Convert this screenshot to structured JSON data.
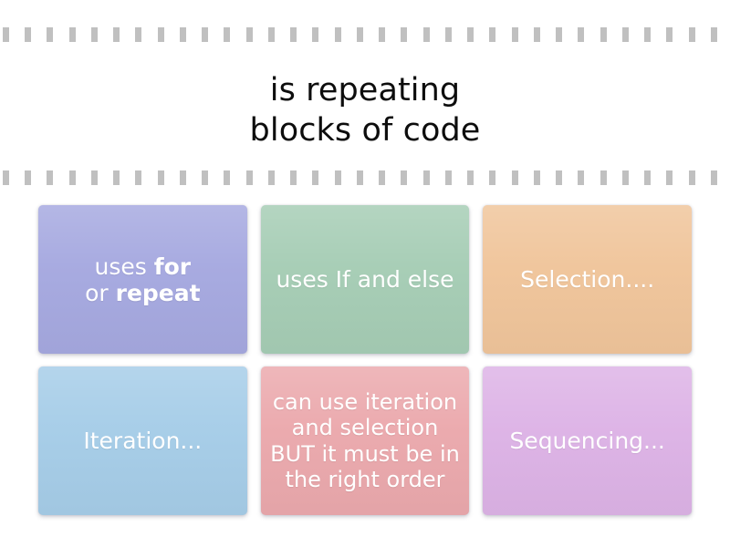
{
  "prompt": {
    "text": "is repeating\nblocks of code"
  },
  "separators": {
    "dash_color": "#c0c0c0",
    "dash_count": 33,
    "style": "dashed-rule"
  },
  "cards": [
    {
      "id": "card-uses-for-or-repeat",
      "name": "answer-card-uses-for-or-repeat",
      "text": "uses for\nor repeat",
      "html": "uses <b>for</b>\nor <b>repeat</b>",
      "color": "#a6a9e0",
      "size": "large"
    },
    {
      "id": "card-uses-if-and-else",
      "name": "answer-card-uses-if-and-else",
      "text": "uses If and else",
      "html": "uses If and else",
      "color": "#a6cdb5",
      "size": "large"
    },
    {
      "id": "card-selection",
      "name": "answer-card-selection",
      "text": "Selection....",
      "html": "Selection....",
      "color": "#f0c59b",
      "size": "large"
    },
    {
      "id": "card-iteration",
      "name": "answer-card-iteration",
      "text": "Iteration...",
      "html": "Iteration...",
      "color": "#a6cde8",
      "size": "large"
    },
    {
      "id": "card-can-use-iteration-and-selection",
      "name": "answer-card-can-use-iteration-and-selection",
      "text": "can use iteration\nand selection\nBUT it must be in\nthe right order",
      "html": "can use iteration\nand selection\nBUT it must be in\nthe right order",
      "color": "#eba9ad",
      "size": "small"
    },
    {
      "id": "card-sequencing",
      "name": "answer-card-sequencing",
      "text": "Sequencing...",
      "html": "Sequencing...",
      "color": "#ddb3e6",
      "size": "large"
    }
  ]
}
